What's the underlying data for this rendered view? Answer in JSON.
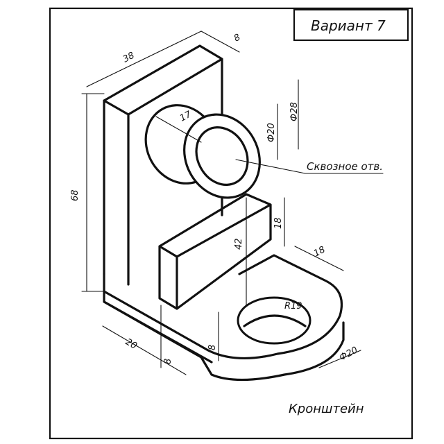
{
  "title_block": {
    "variant": "Вариант 7"
  },
  "part_name": "Кронштейн",
  "note": "Сквозное отв.",
  "dimensions": {
    "plate_height": "68",
    "plate_width": "38",
    "plate_thickness": "8",
    "boss_length": "17",
    "hole_dia": "Ф20",
    "boss_dia": "Ф28",
    "rib_height": "18",
    "rib_position": "42",
    "rib_thickness": "18",
    "base_radius": "R19",
    "base_hole_dia": "Ф20",
    "base_length": "20",
    "base_offset": "8",
    "base_thickness": "8"
  }
}
